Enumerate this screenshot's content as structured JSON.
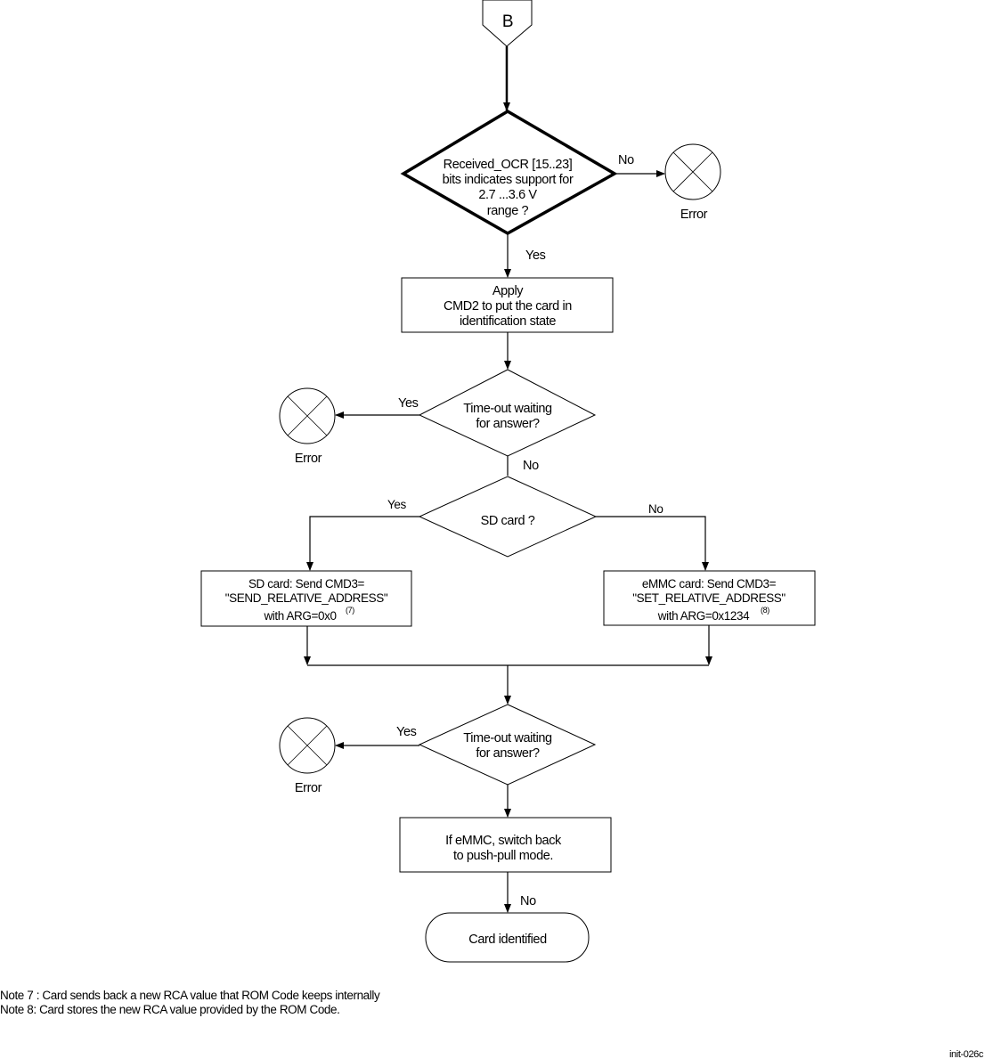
{
  "connector": {
    "label": "B"
  },
  "decision_voltage": {
    "lines": [
      "Received_OCR [15..23]",
      "bits  indicates  support for",
      "2.7 ...3.6 V",
      "range ?"
    ],
    "no": "No",
    "yes": "Yes"
  },
  "error_label": "Error",
  "cmd2_box": {
    "lines": [
      "Apply",
      "CMD2 to put the card in",
      "identification state"
    ]
  },
  "timeout1": {
    "lines": [
      "Time-out waiting",
      "for answer?"
    ],
    "yes": "Yes",
    "no": "No"
  },
  "sd_decision": {
    "label": "SD card ?",
    "yes": "Yes",
    "no": "No"
  },
  "sd_box": {
    "lines": [
      "SD card: Send CMD3=",
      "\"SEND_RELATIVE_ADDRESS\"",
      "with  ARG=0x0"
    ],
    "note_ref": "(7)"
  },
  "emmc_box": {
    "lines": [
      "eMMC card: Send CMD3=",
      "\"SET_RELATIVE_ADDRESS\"",
      "with  ARG=0x1234"
    ],
    "note_ref": "(8)"
  },
  "timeout2": {
    "lines": [
      "Time-out waiting",
      "for answer?"
    ],
    "yes": "Yes"
  },
  "pushpull_box": {
    "lines": [
      "If eMMC, switch back",
      "to push-pull mode."
    ],
    "no": "No"
  },
  "terminal": {
    "label": "Card identified"
  },
  "notes": [
    "Note 7 : Card sends back a new RCA value that ROM Code keeps internally",
    "Note 8:  Card stores  the new RCA value provided by the ROM Code."
  ],
  "figure_id": "init-026c"
}
